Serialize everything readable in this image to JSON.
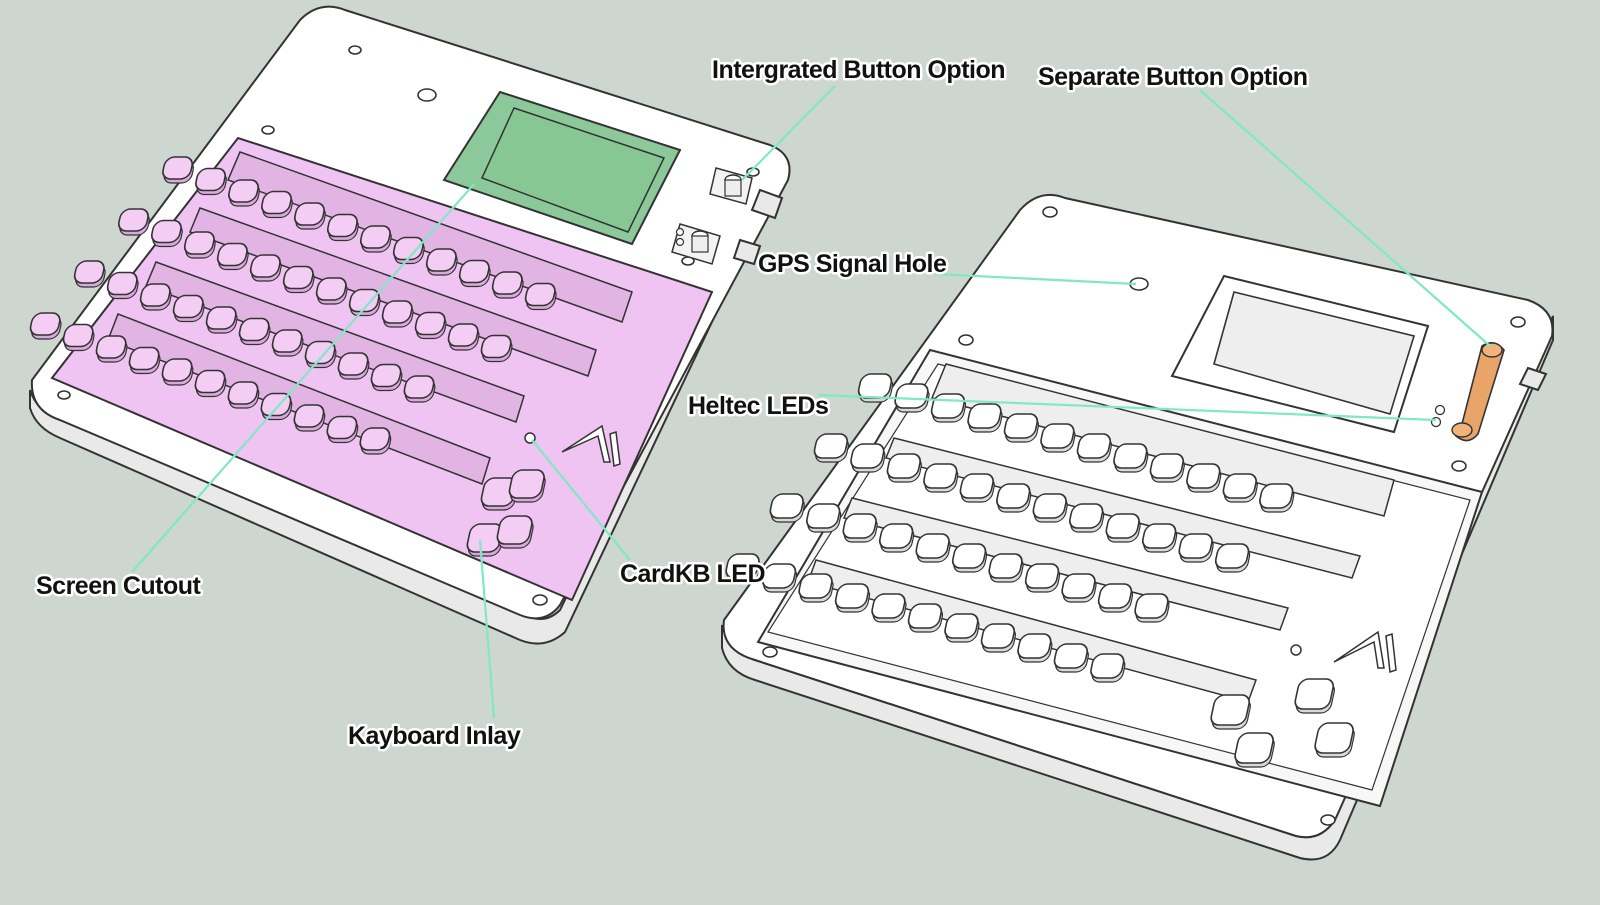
{
  "diagram": {
    "labels": {
      "integrated_button": "Intergrated Button Option",
      "separate_button": "Separate Button Option",
      "gps_hole": "GPS Signal Hole",
      "heltec_leds": "Heltec LEDs",
      "cardkb_led": "CardKB LED",
      "screen_cutout": "Screen Cutout",
      "keyboard_inlay": "Kayboard Inlay"
    },
    "colors": {
      "background": "#cdd6cf",
      "keyboard_inlay": "#f0c4f2",
      "screen_cutout": "#8cc99a",
      "separate_button": "#e9a46a",
      "leader_lines": "#7fe8c4"
    },
    "key_rows": [
      12,
      12,
      11,
      11
    ]
  }
}
